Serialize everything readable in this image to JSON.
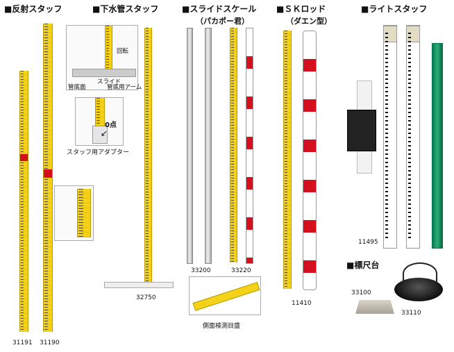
{
  "sections": {
    "hansha": {
      "title": "■反射スタッフ",
      "codes": [
        "31191",
        "31190"
      ]
    },
    "gesuikan": {
      "title": "■下水管スタッフ",
      "code": "32750",
      "inset1": {
        "label_kaiten": "回転",
        "label_slide": "スライド",
        "label_kankanmen": "管底面",
        "label_arm": "管底用アーム"
      },
      "inset2": {
        "label_zero": "0点",
        "caption": "スタッフ用アダプター"
      }
    },
    "slide": {
      "title": "■スライドスケール",
      "subtitle": "（パカポー君）",
      "codes": [
        "33200",
        "33220"
      ],
      "detail_caption": "側面検測目盛"
    },
    "sk": {
      "title": "■ＳＫロッド",
      "subtitle": "（ダエン型）",
      "code": "11410"
    },
    "light": {
      "title": "■ライトスタッフ",
      "code": "11495"
    },
    "hyoshakudai": {
      "title": "■標尺台",
      "codes": [
        "33100",
        "33110"
      ]
    }
  },
  "colors": {
    "yellow": "#f4d21a",
    "red": "#d4101e",
    "green": "#1a9a62",
    "gray": "#bdbdbd"
  }
}
